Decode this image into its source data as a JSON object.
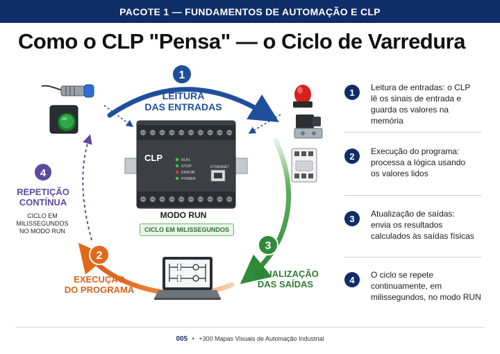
{
  "header": {
    "banner": "PACOTE 1 — FUNDAMENTOS DE AUTOMAÇÃO E CLP"
  },
  "title": "Como o CLP \"Pensa\" — o Ciclo de Varredura",
  "diagram": {
    "read_label_1": "LEITURA",
    "read_label_2": "DAS ENTRADAS",
    "update_label_1": "ATUALIZAÇÃO",
    "update_label_2": "DAS SAÍDAS",
    "exec_label_1": "EXECUÇÃO",
    "exec_label_2": "DO PROGRAMA",
    "repeat_label_1": "REPETIÇÃO",
    "repeat_label_2": "CONTÍNUA",
    "repeat_sub_1": "CICLO EM",
    "repeat_sub_2": "MILISSEGUNDOS",
    "repeat_sub_3": "NO MODO RUN",
    "mode_run": "MODO RUN",
    "cycle_badge": "CICLO EM MILISSEGUNDOS",
    "step_numbers": [
      "1",
      "2",
      "3",
      "4"
    ],
    "plc": {
      "brand": "CLP",
      "leds": [
        "RUN",
        "STOP",
        "ERROR",
        "POWER"
      ],
      "port": "ETHERNET"
    },
    "colors": {
      "blue": "#1f4f9c",
      "green": "#2f8a3a",
      "orange": "#e06a1c",
      "purple": "#5a4a9e",
      "navy": "#0f2d66"
    }
  },
  "steps": [
    {
      "num": "1",
      "lines": [
        "Leitura de entradas: o CLP",
        "lê os sinais de entrada e",
        "guarda os valores na memória"
      ]
    },
    {
      "num": "2",
      "lines": [
        "Execução do programa:",
        "processa a lógica usando",
        "os valores lidos"
      ]
    },
    {
      "num": "3",
      "lines": [
        "Atualização de saídas:",
        "envia os resultados",
        "calculados às saídas físicas"
      ]
    },
    {
      "num": "4",
      "lines": [
        "O ciclo se repete",
        "continuamente, em",
        "milissegundos, no modo RUN"
      ]
    }
  ],
  "footer": {
    "page": "005",
    "bullet": "•",
    "text": "+300 Mapas Visuais de Automação Industrial"
  }
}
